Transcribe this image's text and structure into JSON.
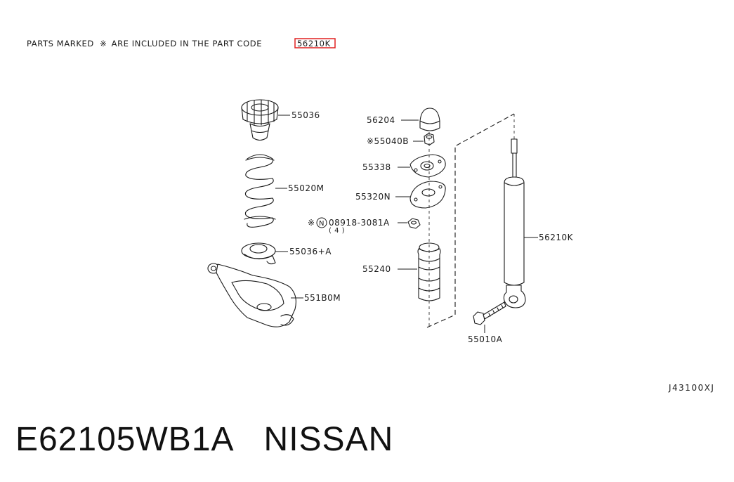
{
  "header": {
    "notice_before": "PARTS MARKED",
    "notice_mark": "※",
    "notice_after": "ARE INCLUDED IN THE PART CODE",
    "notice_code": "56210K",
    "highlight_color": "#e02020"
  },
  "callouts": {
    "p55036": "55036",
    "p55020M": "55020M",
    "p55036A": "55036+A",
    "p551B0M": "551B0M",
    "p56204": "56204",
    "p55040B": "※55040B",
    "p55338": "55338",
    "p55320N": "55320N",
    "p08918_mark": "※",
    "p08918_circle": "N",
    "p08918": "08918-3081A",
    "p08918_qty": "( 4 )",
    "p55240": "55240",
    "p56210K": "56210K",
    "p55010A": "55010A"
  },
  "diagram_code": "J43100XJ",
  "footer": {
    "part_number": "E62105WB1A",
    "brand": "NISSAN"
  }
}
